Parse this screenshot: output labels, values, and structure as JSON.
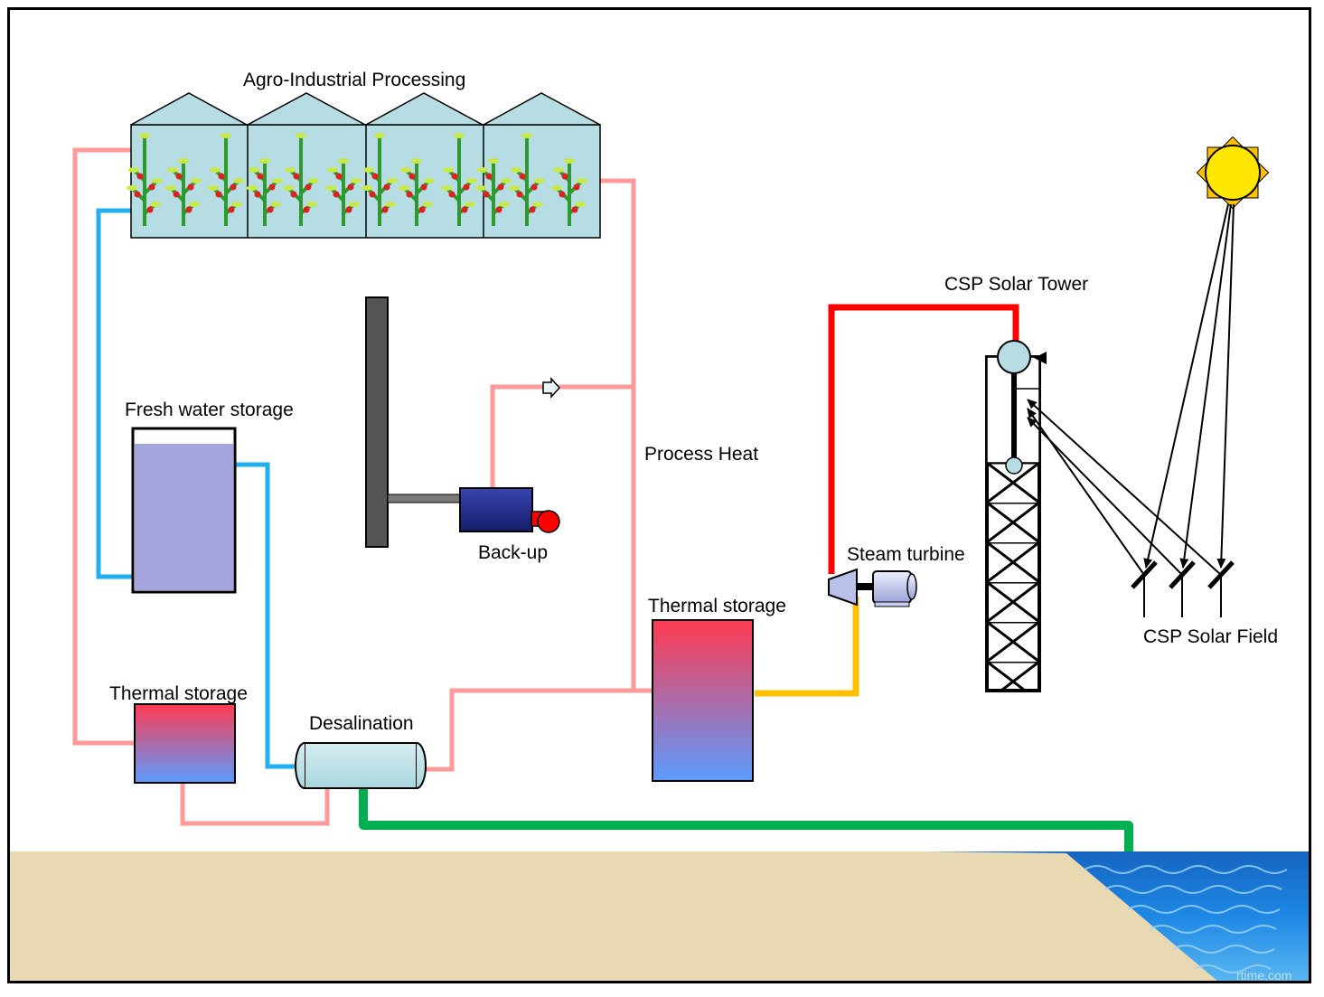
{
  "labels": {
    "agro": "Agro-Industrial Processing",
    "fresh_water": "Fresh water storage",
    "thermal_left": "Thermal storage",
    "desalination": "Desalination",
    "backup": "Back-up",
    "process_heat": "Process Heat",
    "thermal_center": "Thermal storage",
    "steam_turbine": "Steam turbine",
    "csp_tower": "CSP Solar Tower",
    "csp_field": "CSP Solar Field"
  },
  "watermark": "rtime.com",
  "colors": {
    "hot_pipe": "#ff9a9a",
    "cold_pipe": "#20b0ef",
    "steam_pipe": "#ff0000",
    "condensate_pipe": "#ffc000",
    "seawater_pipe": "#00b050",
    "ground": "#e9d9b3",
    "sea": "#1a7fd0",
    "greenhouse": "#b6dde3",
    "tank_water": "#a5a5dd",
    "storage_top": "#ff3a50",
    "storage_bottom": "#5b9bff",
    "sun": "#ffe600",
    "backup_unit": "#1f2a8a"
  }
}
